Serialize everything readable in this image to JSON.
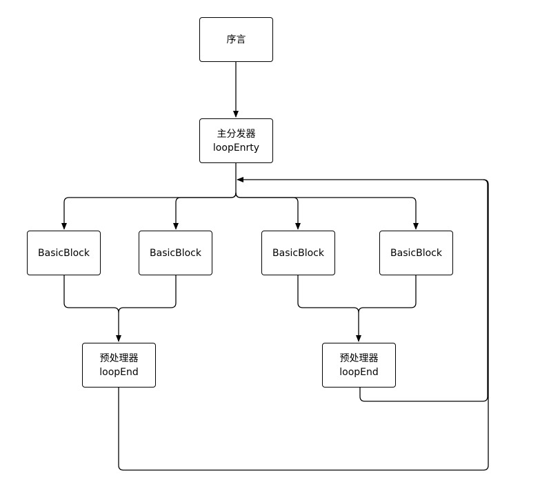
{
  "nodes": {
    "prologue": {
      "line1": "序言"
    },
    "dispatcher": {
      "line1": "主分发器",
      "line2": "loopEnrty"
    },
    "bb1": {
      "line1": "BasicBlock"
    },
    "bb2": {
      "line1": "BasicBlock"
    },
    "bb3": {
      "line1": "BasicBlock"
    },
    "bb4": {
      "line1": "BasicBlock"
    },
    "pre1": {
      "line1": "预处理器",
      "line2": "loopEnd"
    },
    "pre2": {
      "line1": "预处理器",
      "line2": "loopEnd"
    }
  },
  "colors": {
    "stroke": "#000000",
    "background": "#ffffff"
  }
}
